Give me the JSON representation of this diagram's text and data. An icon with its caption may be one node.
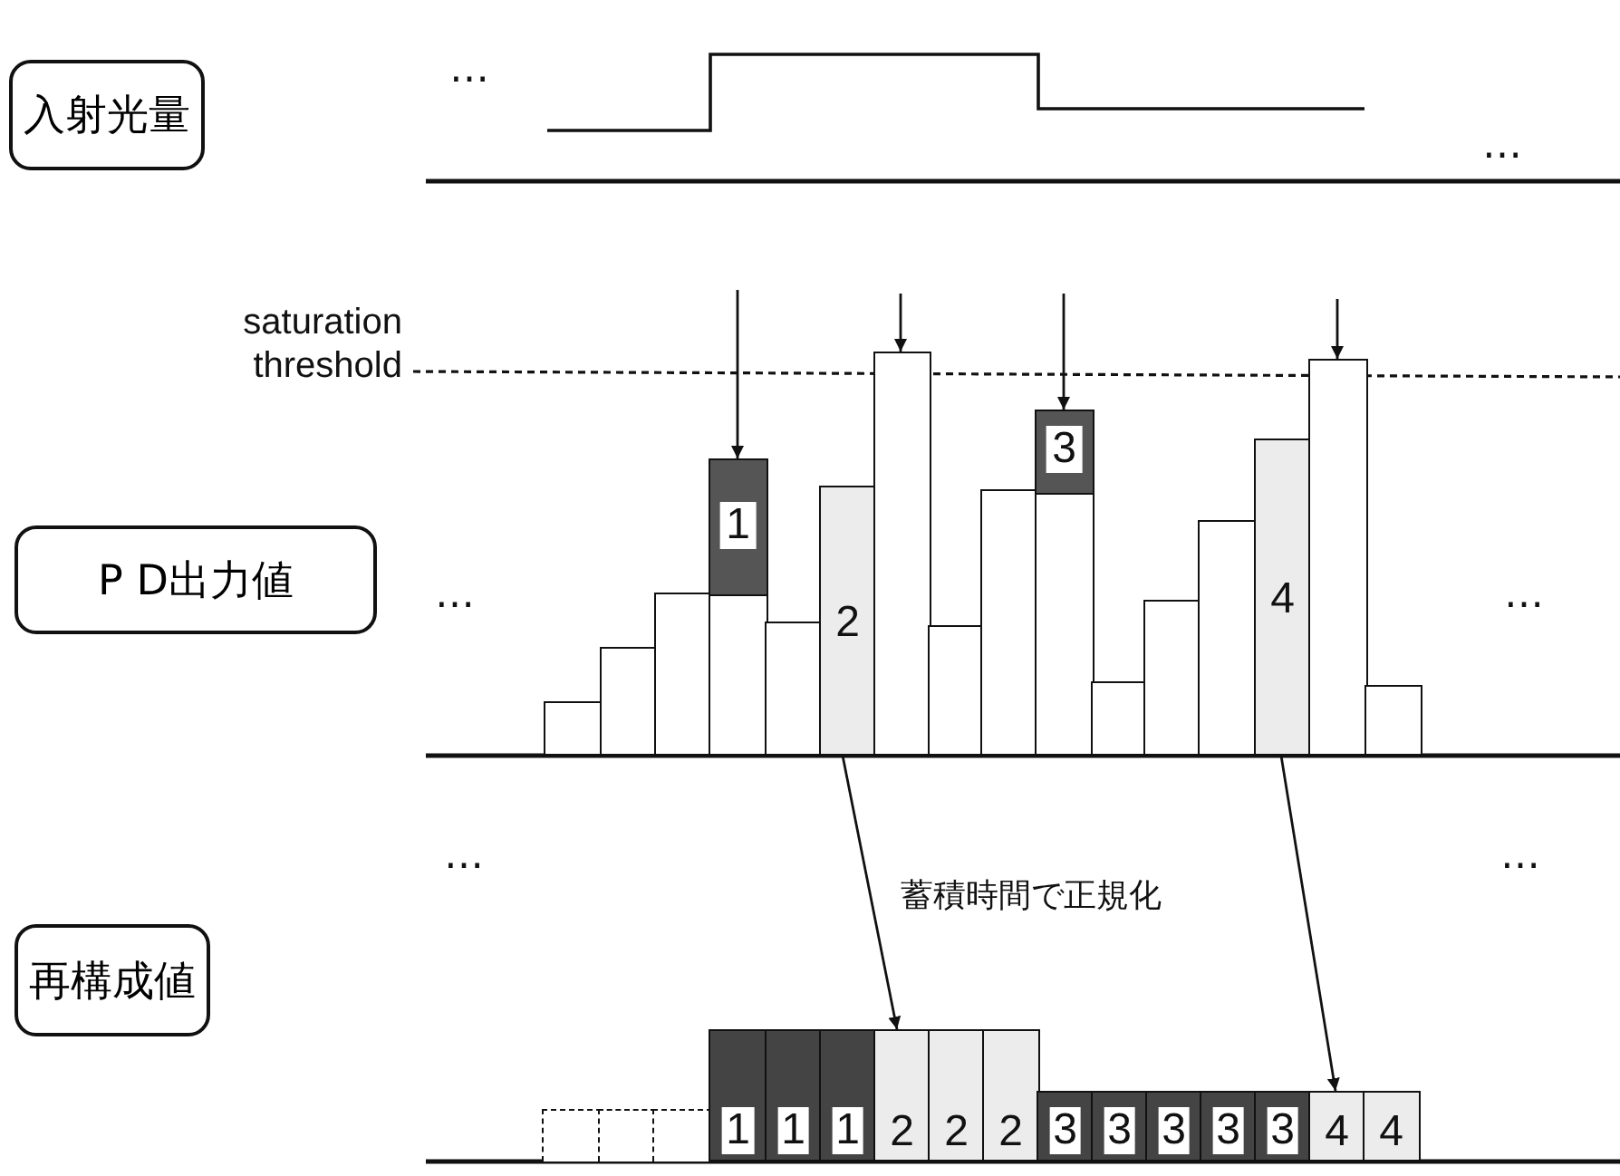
{
  "diagram": {
    "nodes": [
      {
        "text": [
          "入射光量"
        ]
      },
      {
        "text": [
          "P D出力値"
        ]
      },
      {
        "text": [],
        "shape": "bar"
      },
      {
        "text": [],
        "shape": "bar"
      },
      {
        "text": [],
        "shape": "bar"
      },
      {
        "text": [
          "1"
        ]
      },
      {
        "text": [],
        "shape": "bar"
      },
      {
        "text": [
          "2"
        ]
      },
      {
        "text": [],
        "shape": "bar"
      },
      {
        "text": [],
        "shape": "bar"
      },
      {
        "text": [],
        "shape": "bar"
      },
      {
        "text": [
          "3"
        ]
      },
      {
        "text": [],
        "shape": "bar"
      },
      {
        "text": [],
        "shape": "bar"
      },
      {
        "text": [],
        "shape": "bar"
      },
      {
        "text": [
          "4"
        ]
      },
      {
        "text": [],
        "shape": "bar"
      },
      {
        "text": [],
        "shape": "bar"
      },
      {
        "text": [
          "再構成値"
        ]
      },
      {
        "text": [],
        "shape": "box"
      },
      {
        "text": [],
        "shape": "box"
      },
      {
        "text": [],
        "shape": "box"
      },
      {
        "text": [
          "1"
        ]
      },
      {
        "text": [
          "1"
        ]
      },
      {
        "text": [
          "1"
        ]
      },
      {
        "text": [
          "2"
        ]
      },
      {
        "text": [
          "2"
        ]
      },
      {
        "text": [
          "2"
        ]
      },
      {
        "text": [
          "3"
        ]
      },
      {
        "text": [
          "3"
        ]
      },
      {
        "text": [
          "3"
        ]
      },
      {
        "text": [
          "3"
        ]
      },
      {
        "text": [
          "3"
        ]
      },
      {
        "text": [
          "4"
        ]
      },
      {
        "text": [
          "4"
        ]
      }
    ],
    "edges": [
      {
        "from": null,
        "to": 5,
        "arrow": "to"
      },
      {
        "from": null,
        "to": 8,
        "arrow": "to"
      },
      {
        "from": null,
        "to": 11,
        "arrow": "to"
      },
      {
        "from": null,
        "to": 16,
        "arrow": "to"
      },
      {
        "from": 7,
        "to": 25,
        "arrow": "to"
      },
      {
        "from": 15,
        "to": 33,
        "arrow": "to"
      }
    ],
    "labels": [
      "…",
      "…",
      "saturation threshold",
      "…",
      "…",
      "蓄積時間で正規化",
      "…",
      "…"
    ]
  }
}
